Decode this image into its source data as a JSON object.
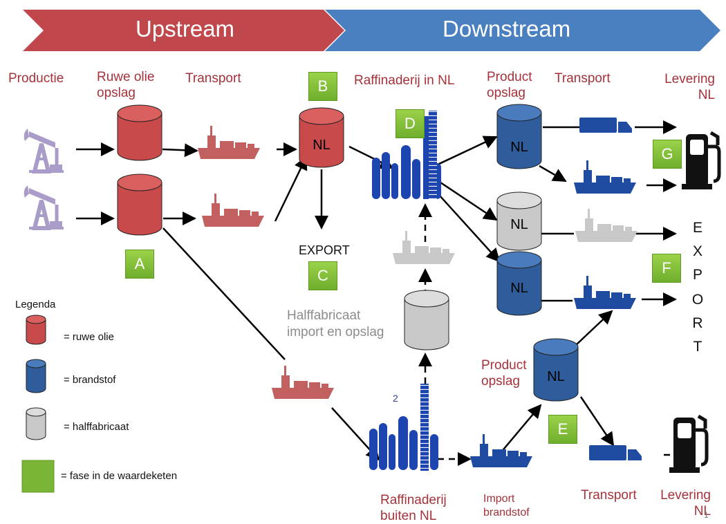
{
  "banner": {
    "upstream": "Upstream",
    "downstream": "Downstream"
  },
  "labels": {
    "productie": "Productie",
    "ruwe_olie_opslag": "Ruwe olie\nopslag",
    "transport_1": "Transport",
    "raffinaderij_nl": "Raffinaderij in NL",
    "product_opslag_1": "Product\nopslag",
    "transport_2": "Transport",
    "levering_nl_1": "Levering\nNL",
    "export": "EXPORT",
    "halffabricaat": "Halffabricaat\nimport en opslag",
    "product_opslag_2": "Product\nopslag",
    "raffinaderij_buiten": "Raffinaderij\nbuiten NL",
    "import_brandstof": "Import\nbrandstof",
    "transport_3": "Transport",
    "levering_nl_2": "Levering\nNL"
  },
  "export_vertical": [
    "E",
    "X",
    "P",
    "O",
    "R",
    "T"
  ],
  "phases": {
    "A": "A",
    "B": "B",
    "C": "C",
    "D": "D",
    "E": "E",
    "F": "F",
    "G": "G"
  },
  "tank_label": "NL",
  "small_number": "2",
  "page_number": "1",
  "legend": {
    "title": "Legenda",
    "items": [
      "= ruwe olie",
      "= brandstof",
      "= halffabricaat",
      "= fase in de waardeketen"
    ]
  },
  "colors": {
    "upstream_banner": "#c0474c",
    "downstream_banner": "#4a7fc0",
    "crude": "#c94a4a",
    "fuel": "#2f5c9a",
    "semi": "#c8c8c8",
    "phase": "#7ab535",
    "label_text": "#a5323a"
  }
}
